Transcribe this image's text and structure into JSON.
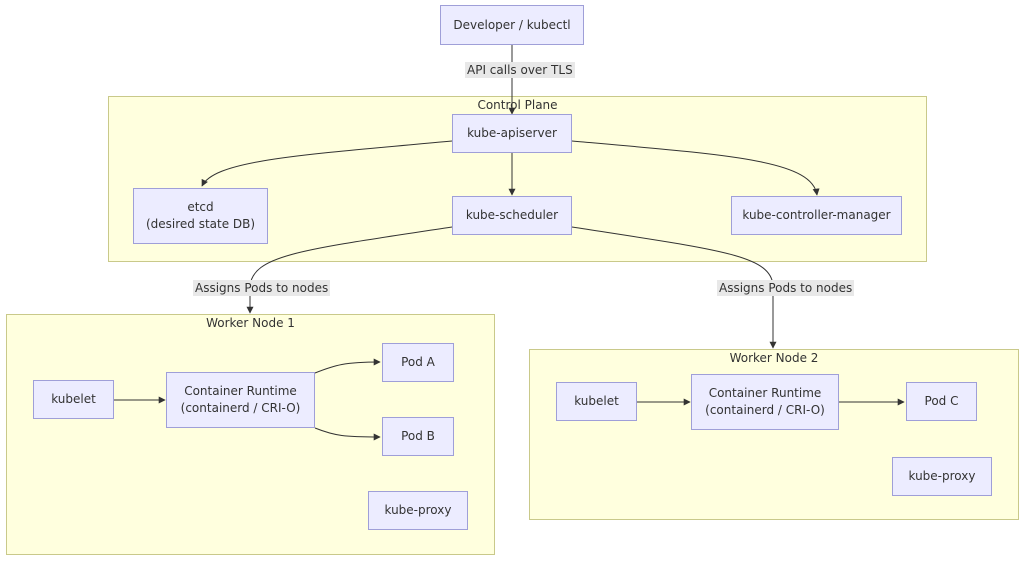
{
  "clusters": {
    "control_plane": "Control Plane",
    "worker1": "Worker Node 1",
    "worker2": "Worker Node 2"
  },
  "nodes": {
    "developer": "Developer / kubectl",
    "apiserver": "kube-apiserver",
    "etcd": "etcd\n(desired state DB)",
    "scheduler": "kube-scheduler",
    "controller": "kube-controller-manager",
    "w1_kubelet": "kubelet",
    "w1_runtime": "Container Runtime\n(containerd / CRI-O)",
    "w1_poda": "Pod A",
    "w1_podb": "Pod B",
    "w1_proxy": "kube-proxy",
    "w2_kubelet": "kubelet",
    "w2_runtime": "Container Runtime\n(containerd / CRI-O)",
    "w2_podc": "Pod C",
    "w2_proxy": "kube-proxy"
  },
  "edge_labels": {
    "api_calls": "API calls over TLS",
    "assign1": "Assigns Pods to nodes",
    "assign2": "Assigns Pods to nodes"
  }
}
